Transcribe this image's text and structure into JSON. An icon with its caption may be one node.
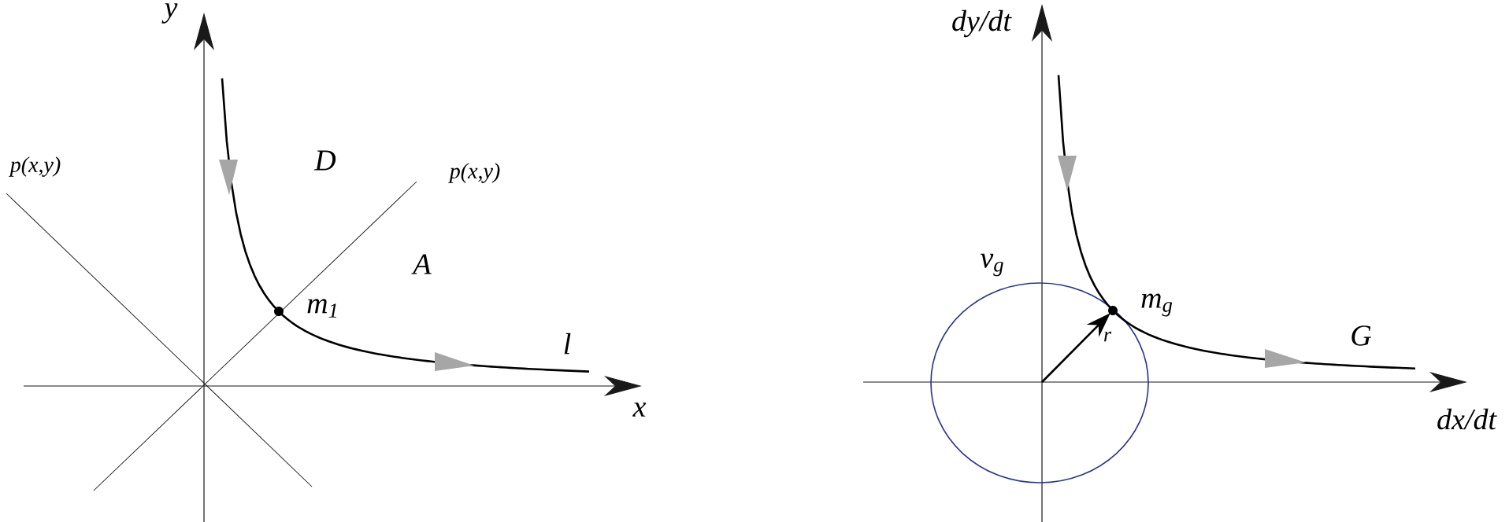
{
  "diagram": {
    "labels": [
      "y",
      "x",
      "p(x,y)",
      "p(x,y)",
      "D",
      "A",
      "m$_{1}$",
      "l",
      "dy/dt",
      "dx/dt",
      "v$_{g}$",
      "m$_{g}$",
      "r",
      "G"
    ]
  }
}
